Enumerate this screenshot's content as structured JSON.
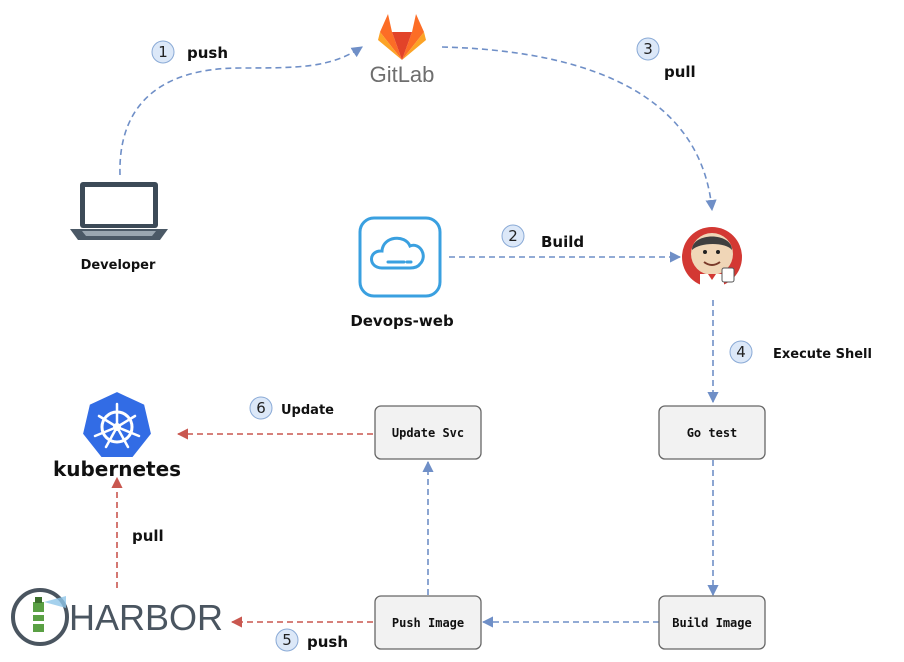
{
  "nodes": {
    "gitlab": "GitLab",
    "developer": "Developer",
    "devops_web": "Devops-web",
    "kubernetes": "kubernetes",
    "harbor": "HARBOR"
  },
  "boxes": {
    "update_svc": "Update Svc",
    "go_test": "Go test",
    "push_image": "Push Image",
    "build_image": "Build Image"
  },
  "steps": [
    {
      "num": "1",
      "label": "push"
    },
    {
      "num": "2",
      "label": "Build"
    },
    {
      "num": "3",
      "label": "pull"
    },
    {
      "num": "4",
      "label": "Execute Shell"
    },
    {
      "num": "5",
      "label": "push"
    },
    {
      "num": "6",
      "label": "Update"
    }
  ],
  "edge_labels": {
    "harbor_pull": "pull"
  },
  "colors": {
    "blue_arrow": "#6f8fc7",
    "red_arrow": "#c9574f",
    "circle_fill": "#dce8f8",
    "box_fill": "#f2f2f2",
    "box_stroke": "#666666",
    "kubernetes_blue": "#326ce5",
    "gitlab_orange": "#e24329",
    "devops_blue": "#3aa0e0",
    "harbor_green": "#5aa044"
  },
  "icons": [
    "gitlab-icon",
    "laptop-icon",
    "cloud-icon",
    "jenkins-icon",
    "kubernetes-icon",
    "harbor-icon"
  ]
}
